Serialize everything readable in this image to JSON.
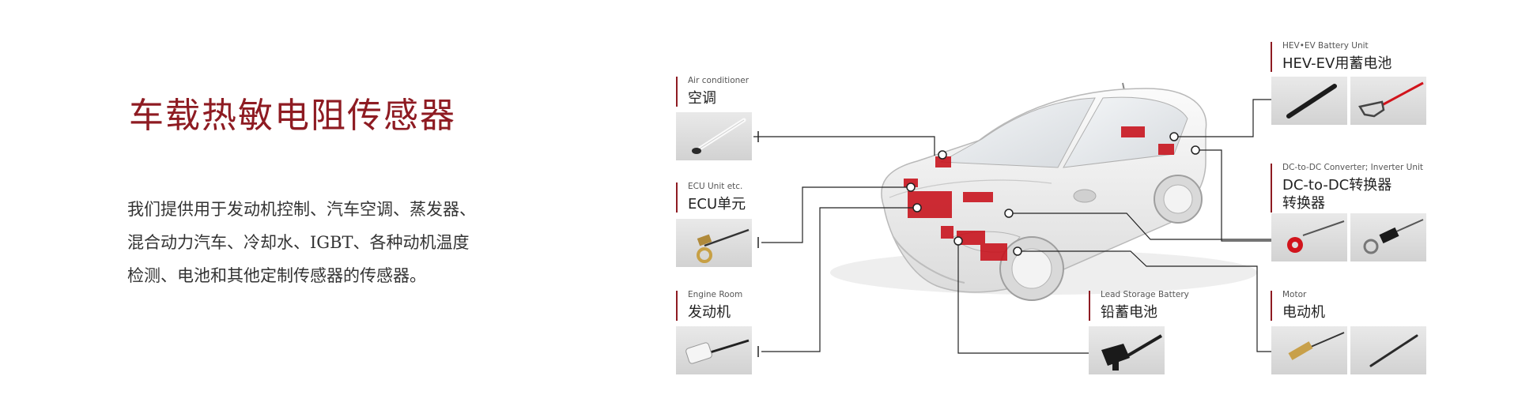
{
  "heading": {
    "title": "车载热敏电阻传感器",
    "description": [
      "我们提供用于发动机控制、汽车空调、蒸发器、",
      "混合动力汽车、冷却水、IGBT、各种动机温度",
      "检测、电池和其他定制传感器的传感器。"
    ]
  },
  "groups": {
    "air_conditioner": {
      "en": "Air conditioner",
      "zh": "空调"
    },
    "ecu": {
      "en": "ECU Unit etc.",
      "zh": "ECU单元"
    },
    "engine_room": {
      "en": "Engine Room",
      "zh": "发动机"
    },
    "lead_battery": {
      "en": "Lead Storage Battery",
      "zh": "铅蓄电池"
    },
    "hev_ev": {
      "en": "HEV•EV Battery Unit",
      "zh": "HEV-EV用蓄电池"
    },
    "dcdc": {
      "en": "DC-to-DC Converter; Inverter Unit",
      "zh": "DC-to-DC转换器",
      "zh2": "转换器"
    },
    "motor": {
      "en": "Motor",
      "zh": "电动机"
    }
  },
  "thumbnails": {
    "air_conditioner": [
      "white-probe-sensor"
    ],
    "ecu": [
      "ring-terminal-sensor"
    ],
    "engine_room": [
      "glass-tube-sensor"
    ],
    "lead_battery": [
      "black-clip-sensor"
    ],
    "hev_ev": [
      "black-rod-sensor",
      "red-wire-bracket-sensor"
    ],
    "dcdc": [
      "red-ring-lug-sensor",
      "black-ring-lug-sensor"
    ],
    "motor": [
      "brass-probe-sensor",
      "thin-rod-sensor"
    ]
  },
  "colors": {
    "accent": "#8e1b22",
    "highlight": "#c8101a",
    "connector": "#222222"
  }
}
